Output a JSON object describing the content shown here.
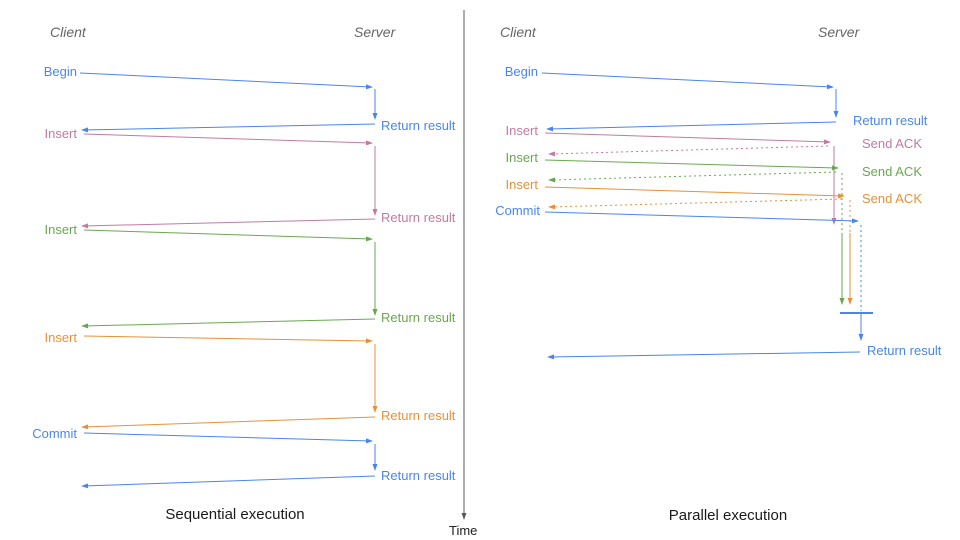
{
  "colors": {
    "blue": "#4a86e8",
    "pink": "#c27ba0",
    "green": "#6aa84f",
    "orange": "#e69138",
    "axis": "#595959",
    "header": "#666666",
    "title": "#1a1a1a"
  },
  "time_axis": {
    "label": "Time"
  },
  "left_panel": {
    "title": "Sequential execution",
    "client_header": "Client",
    "server_header": "Server",
    "operations": [
      {
        "label": "Begin",
        "response": "Return result",
        "color": "blue"
      },
      {
        "label": "Insert",
        "response": "Return result",
        "color": "pink"
      },
      {
        "label": "Insert",
        "response": "Return result",
        "color": "green"
      },
      {
        "label": "Insert",
        "response": "Return result",
        "color": "orange"
      },
      {
        "label": "Commit",
        "response": "Return result",
        "color": "blue"
      }
    ]
  },
  "right_panel": {
    "title": "Parallel execution",
    "client_header": "Client",
    "server_header": "Server",
    "operations": [
      {
        "label": "Begin",
        "response": "Return result",
        "color": "blue"
      },
      {
        "label": "Insert",
        "response": "Send ACK",
        "color": "pink"
      },
      {
        "label": "Insert",
        "response": "Send ACK",
        "color": "green"
      },
      {
        "label": "Insert",
        "response": "Send ACK",
        "color": "orange"
      },
      {
        "label": "Commit",
        "response": "Return result",
        "color": "blue"
      }
    ]
  }
}
